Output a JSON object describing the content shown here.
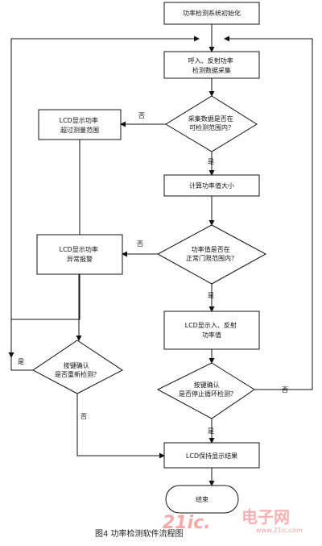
{
  "nodes": {
    "init": {
      "lines": [
        "功率检测系统初始化"
      ]
    },
    "collect": {
      "lines": [
        "呼入、反射功率",
        "检测数据采集"
      ]
    },
    "inRange": {
      "lines": [
        "采集数据是否在",
        "可检测范围内？"
      ]
    },
    "overRange": {
      "lines": [
        "LCD显示功率",
        "超过测量范围"
      ]
    },
    "calc": {
      "lines": [
        "计算功率值大小"
      ]
    },
    "threshold": {
      "lines": [
        "功率值是否在",
        "正常门限范围内？"
      ]
    },
    "alarm": {
      "lines": [
        "LCD显示功率",
        "异常报警"
      ]
    },
    "show": {
      "lines": [
        "LCD显示入、反射",
        "功率值"
      ]
    },
    "reconfirm": {
      "lines": [
        "按键确认",
        "是否重新检测？"
      ]
    },
    "stopconfirm": {
      "lines": [
        "按键确认",
        "是否停止循环检测？"
      ]
    },
    "keep": {
      "lines": [
        "LCD保持显示结果"
      ]
    },
    "end": {
      "lines": [
        "结束"
      ]
    }
  },
  "edge_labels": {
    "inRange_no": "否",
    "inRange_yes": "是",
    "threshold_no": "否",
    "threshold_yes": "是",
    "reconfirm_yes": "是",
    "reconfirm_no": "否",
    "stopconfirm_no": "否",
    "stopconfirm_yes": "是"
  },
  "caption": "图4  功率检测软件流程图",
  "watermark": {
    "brand": "21ic.",
    "name": "电子网",
    "url": "www.21ic.com"
  }
}
